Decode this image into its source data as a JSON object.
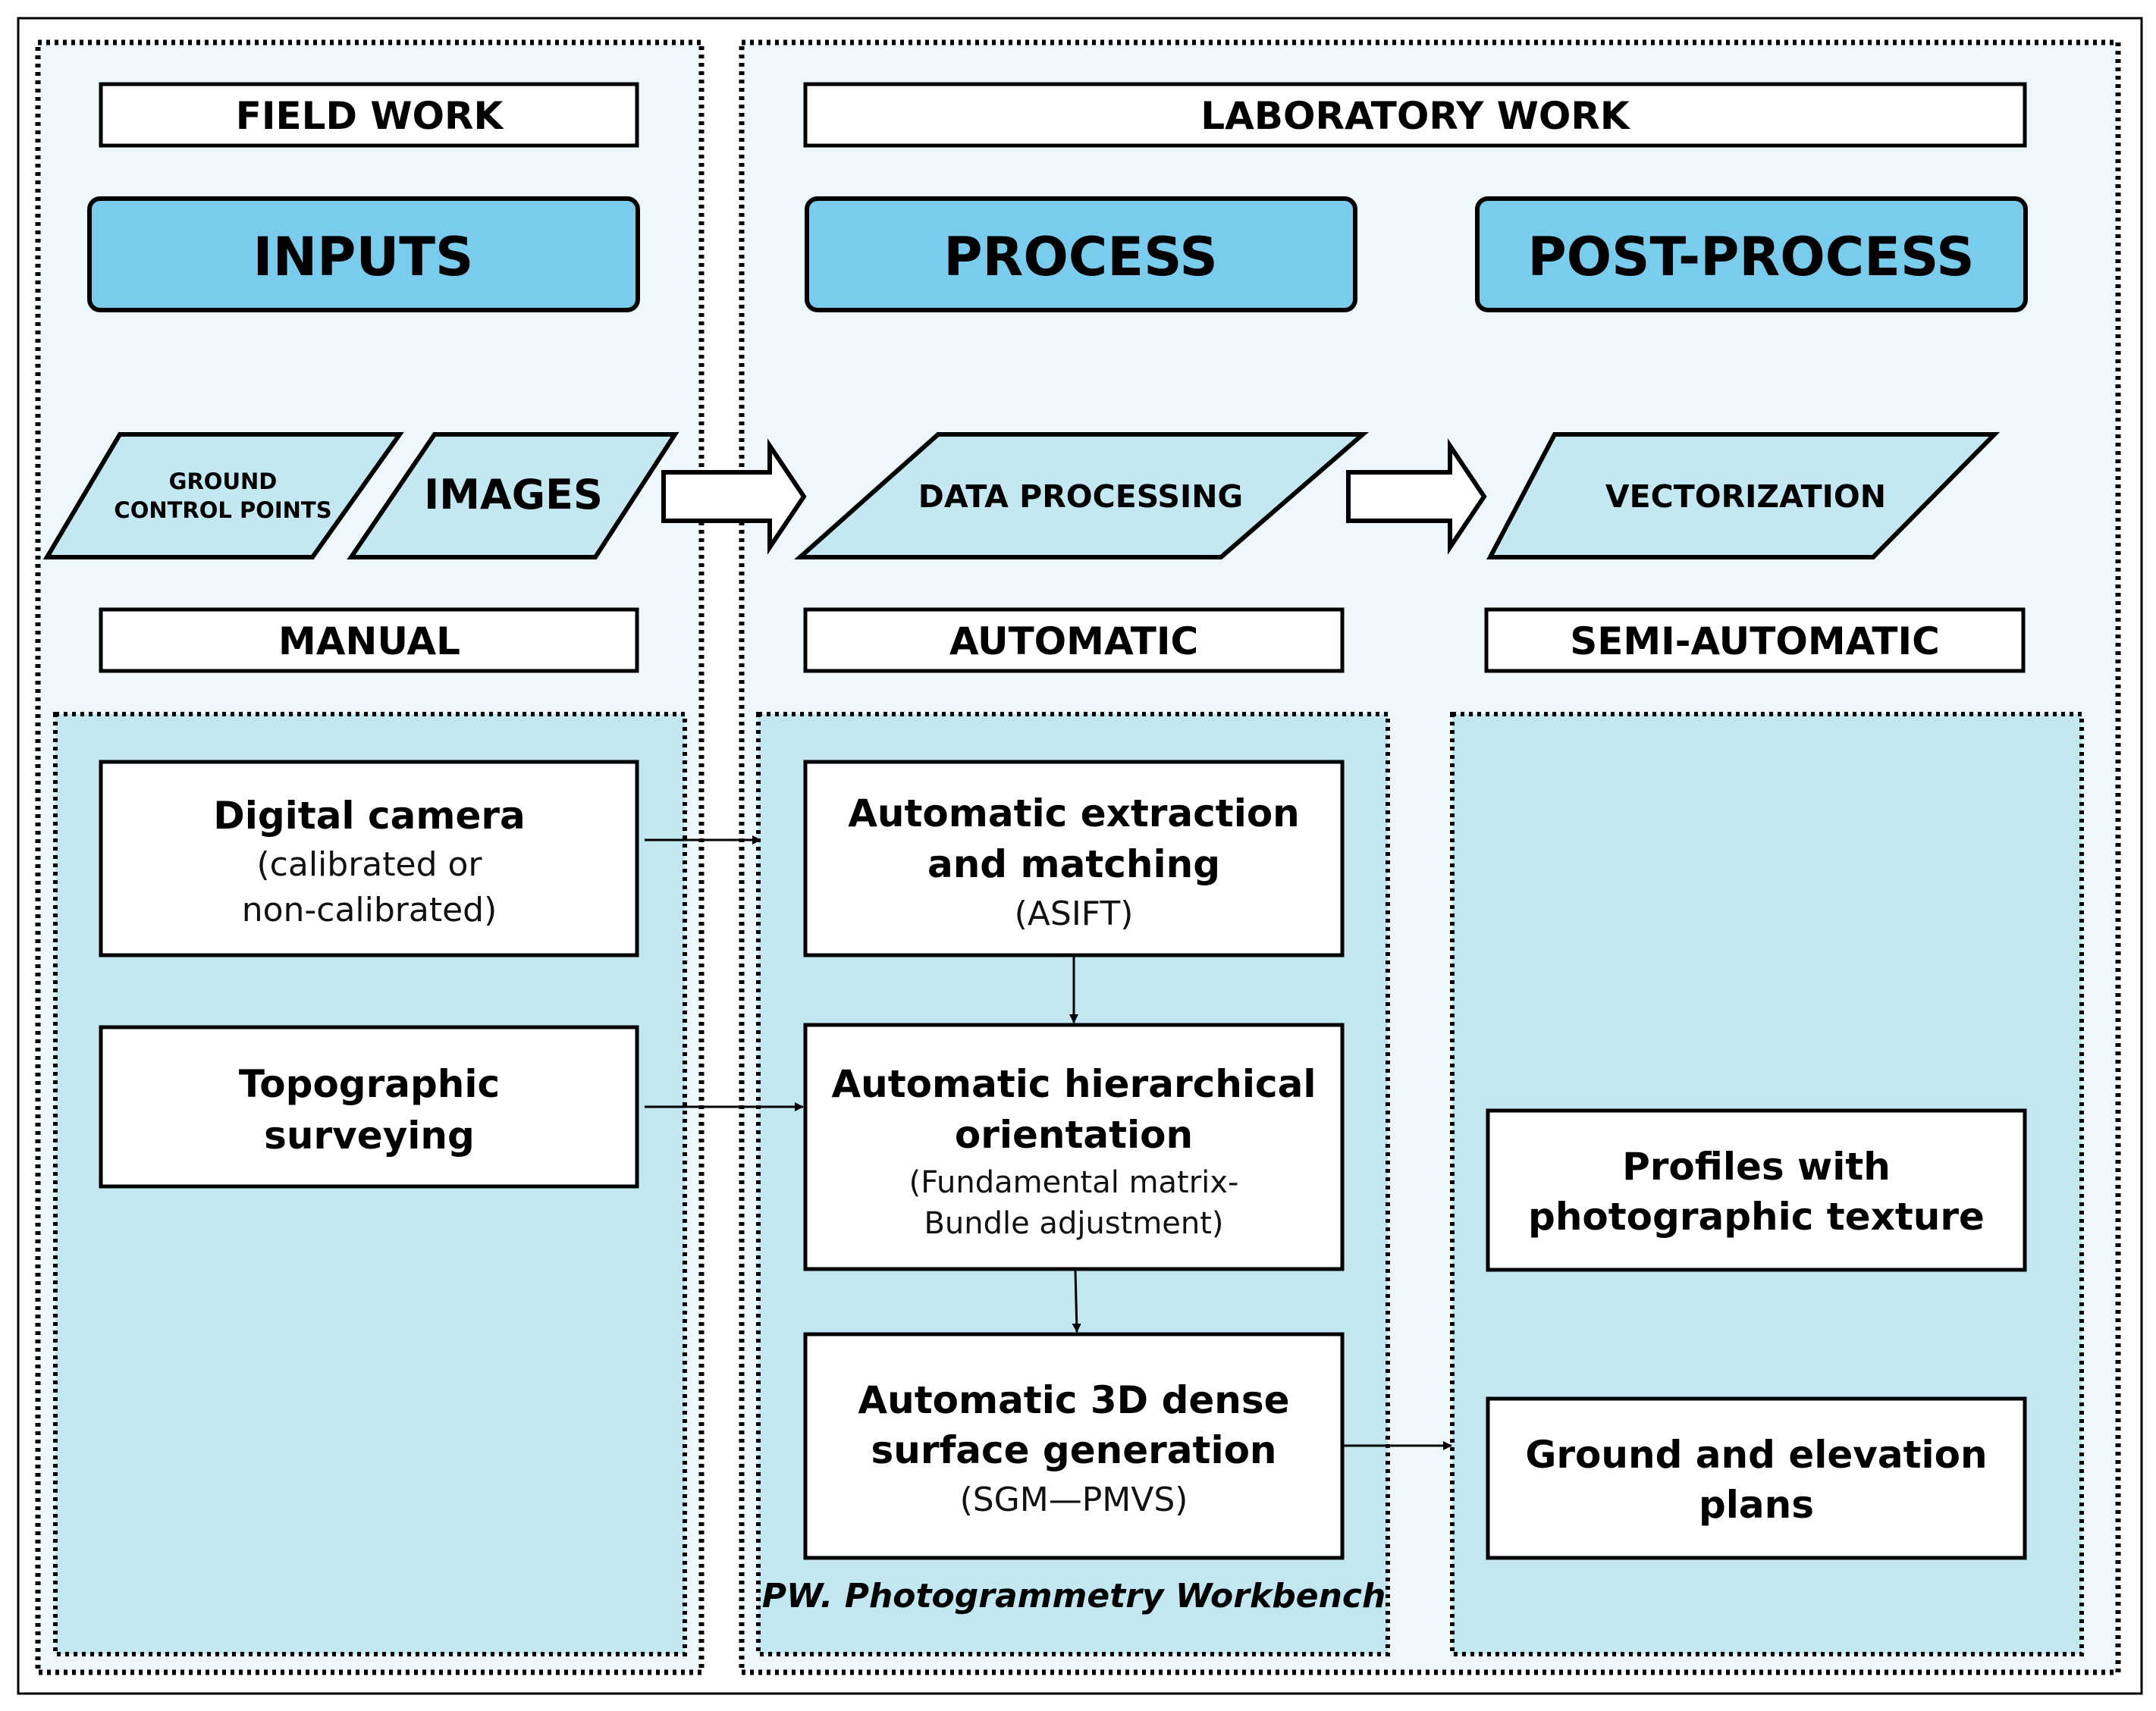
{
  "colors": {
    "outer_fill": "#eef8fc",
    "panel_fill": "#c2e7f0",
    "header_fill": "#7accec",
    "shape_fill": "#c4e8f2",
    "border": "#000000"
  },
  "sections": {
    "field_work": "FIELD WORK",
    "laboratory_work": "LABORATORY WORK"
  },
  "headers": {
    "inputs": "INPUTS",
    "process": "PROCESS",
    "post_process": "POST-PROCESS"
  },
  "stages": {
    "ground_control_points": [
      "GROUND",
      "CONTROL POINTS"
    ],
    "images": "IMAGES",
    "data_processing": "DATA PROCESSING",
    "vectorization": "VECTORIZATION"
  },
  "modes": {
    "manual": "MANUAL",
    "automatic": "AUTOMATIC",
    "semi_automatic": "SEMI-AUTOMATIC"
  },
  "boxes": {
    "digital_camera": {
      "title": "Digital camera",
      "sub": [
        "(calibrated or",
        "non-calibrated)"
      ]
    },
    "topographic": {
      "title": [
        "Topographic",
        "surveying"
      ]
    },
    "extraction": {
      "title": [
        "Automatic extraction",
        "and matching"
      ],
      "sub": "(ASIFT)"
    },
    "orientation": {
      "title": [
        "Automatic hierarchical",
        "orientation"
      ],
      "sub": [
        "(Fundamental matrix-",
        "Bundle adjustment)"
      ]
    },
    "dense": {
      "title": [
        "Automatic 3D dense",
        "surface generation"
      ],
      "sub": "(SGM—PMVS)"
    },
    "profiles": {
      "title": [
        "Profiles with",
        "photographic texture"
      ]
    },
    "plans": {
      "title": [
        "Ground and elevation",
        "plans"
      ]
    }
  },
  "workbench_label": "PW. Photogrammetry Workbench"
}
